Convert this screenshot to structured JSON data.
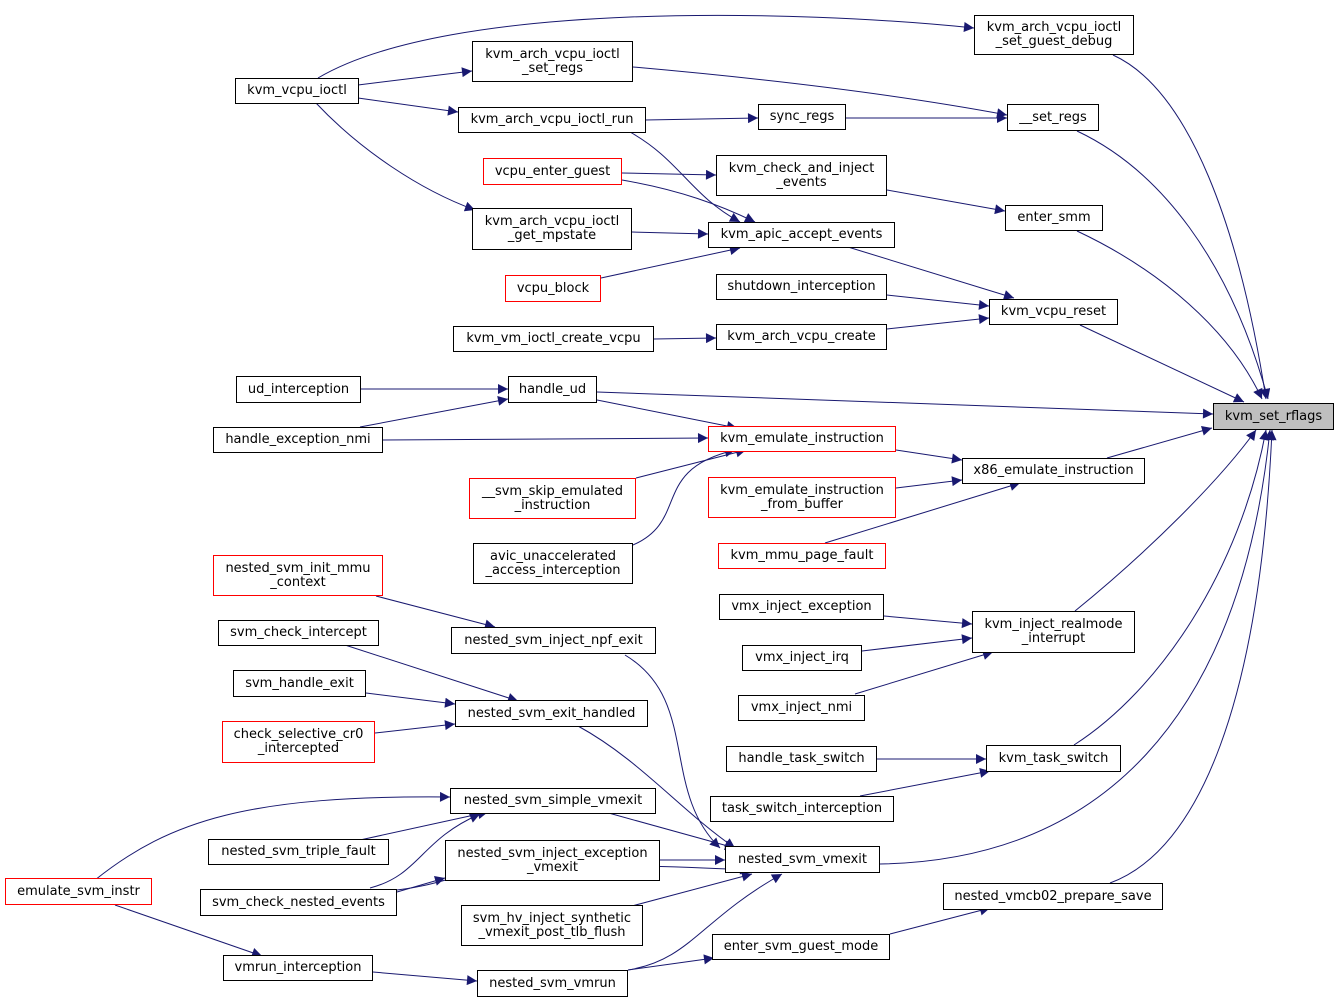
{
  "colors": {
    "edge": "#191970",
    "node_border": "#000000",
    "truncated_border": "#ff0000",
    "focus_fill": "#bfbfbf"
  },
  "nodes": {
    "kvm_set_rflags": "kvm_set_rflags",
    "set_guest_debug": "kvm_arch_vcpu_ioctl\n_set_guest_debug",
    "set_regs_ioctl": "kvm_arch_vcpu_ioctl\n_set_regs",
    "kvm_vcpu_ioctl": "kvm_vcpu_ioctl",
    "set_regs": "__set_regs",
    "vcpu_run": "kvm_arch_vcpu_ioctl_run",
    "sync_regs": "sync_regs",
    "vcpu_enter_guest": "vcpu_enter_guest",
    "check_inject": "kvm_check_and_inject\n_events",
    "enter_smm": "enter_smm",
    "get_mpstate": "kvm_arch_vcpu_ioctl\n_get_mpstate",
    "apic_accept": "kvm_apic_accept_events",
    "vcpu_block": "vcpu_block",
    "shutdown_intercept": "shutdown_interception",
    "vcpu_reset": "kvm_vcpu_reset",
    "create_vcpu_ioctl": "kvm_vm_ioctl_create_vcpu",
    "vcpu_create": "kvm_arch_vcpu_create",
    "ud_intercept": "ud_interception",
    "handle_ud": "handle_ud",
    "handle_exc_nmi": "handle_exception_nmi",
    "emulate_instr": "kvm_emulate_instruction",
    "x86_emulate": "x86_emulate_instruction",
    "svm_skip": "__svm_skip_emulated\n_instruction",
    "emulate_buf": "kvm_emulate_instruction\n_from_buffer",
    "mmu_fault": "kvm_mmu_page_fault",
    "avic_unaccel": "avic_unaccelerated\n_access_interception",
    "init_mmu": "nested_svm_init_mmu\n_context",
    "vmx_inj_exc": "vmx_inject_exception",
    "realmode_int": "kvm_inject_realmode\n_interrupt",
    "npf_exit": "nested_svm_inject_npf_exit",
    "check_intercept": "svm_check_intercept",
    "vmx_inj_irq": "vmx_inject_irq",
    "handle_exit": "svm_handle_exit",
    "exit_handled": "nested_svm_exit_handled",
    "vmx_inj_nmi": "vmx_inject_nmi",
    "cr0_intercept": "check_selective_cr0\n_intercepted",
    "handle_task": "handle_task_switch",
    "task_switch": "kvm_task_switch",
    "simple_vmexit": "nested_svm_simple_vmexit",
    "task_intercept": "task_switch_interception",
    "triple_fault": "nested_svm_triple_fault",
    "vmexit": "nested_svm_vmexit",
    "inject_exc_vmexit": "nested_svm_inject_exception\n_vmexit",
    "emulate_svm": "emulate_svm_instr",
    "nested_events": "svm_check_nested_events",
    "prepare_save": "nested_vmcb02_prepare_save",
    "hv_inject": "svm_hv_inject_synthetic\n_vmexit_post_tlb_flush",
    "enter_guest_mode": "enter_svm_guest_mode",
    "vmrun_intercept": "vmrun_interception",
    "vmrun": "nested_svm_vmrun"
  }
}
